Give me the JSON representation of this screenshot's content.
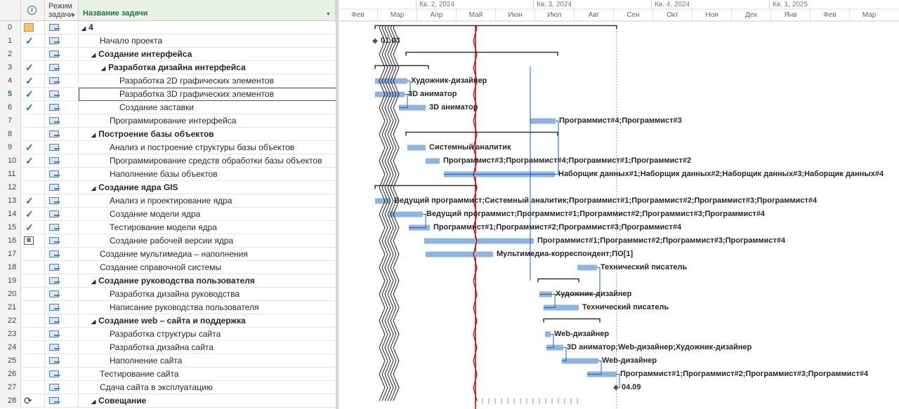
{
  "table": {
    "headers": {
      "mode_line1": "Режим",
      "mode_line2": "задачи",
      "name": "Название задачи"
    },
    "rows": [
      {
        "id": "0",
        "name": "4",
        "level": 0,
        "summary": true,
        "ind": "note",
        "done": false
      },
      {
        "id": "1",
        "name": "Начало проекта",
        "level": 1,
        "summary": false,
        "ind": "check"
      },
      {
        "id": "2",
        "name": "Создание интерфейса",
        "level": 1,
        "summary": true,
        "ind": ""
      },
      {
        "id": "3",
        "name": "Разработка дизайна интерфейса",
        "level": 2,
        "summary": true,
        "ind": "check"
      },
      {
        "id": "4",
        "name": "Разработка 2D графических элементов",
        "level": 3,
        "summary": false,
        "ind": "check"
      },
      {
        "id": "5",
        "name": "Разработка 3D графических элементов",
        "level": 3,
        "summary": false,
        "ind": "check"
      },
      {
        "id": "6",
        "name": "Создание заставки",
        "level": 3,
        "summary": false,
        "ind": "check"
      },
      {
        "id": "7",
        "name": "Программирование интерфейса",
        "level": 2,
        "summary": false,
        "ind": ""
      },
      {
        "id": "8",
        "name": "Построение базы объектов",
        "level": 1,
        "summary": true,
        "ind": ""
      },
      {
        "id": "9",
        "name": "Анализ и построение структуры базы объектов",
        "level": 2,
        "summary": false,
        "ind": "check"
      },
      {
        "id": "10",
        "name": "Программирование средств обработки базы объектов",
        "level": 2,
        "summary": false,
        "ind": "check"
      },
      {
        "id": "11",
        "name": "Наполнение базы объектов",
        "level": 2,
        "summary": false,
        "ind": ""
      },
      {
        "id": "12",
        "name": "Создание ядра GIS",
        "level": 1,
        "summary": true,
        "ind": ""
      },
      {
        "id": "13",
        "name": "Анализ и проектирование ядра",
        "level": 2,
        "summary": false,
        "ind": "check"
      },
      {
        "id": "14",
        "name": "Создание модели ядра",
        "level": 2,
        "summary": false,
        "ind": "check"
      },
      {
        "id": "15",
        "name": "Тестирование модели ядра",
        "level": 2,
        "summary": false,
        "ind": "check"
      },
      {
        "id": "16",
        "name": "Создание рабочей версии ядра",
        "level": 2,
        "summary": false,
        "ind": "cal"
      },
      {
        "id": "17",
        "name": "Создание мультимедиа – наполнения",
        "level": 1,
        "summary": false,
        "ind": ""
      },
      {
        "id": "18",
        "name": "Создание справочной системы",
        "level": 1,
        "summary": false,
        "ind": ""
      },
      {
        "id": "19",
        "name": "Создание руководства пользователя",
        "level": 1,
        "summary": true,
        "ind": ""
      },
      {
        "id": "20",
        "name": "Разработка дизайна руководства",
        "level": 2,
        "summary": false,
        "ind": ""
      },
      {
        "id": "21",
        "name": "Написание руководства пользователя",
        "level": 2,
        "summary": false,
        "ind": ""
      },
      {
        "id": "22",
        "name": "Создание web – сайта и поддержка",
        "level": 1,
        "summary": true,
        "ind": ""
      },
      {
        "id": "23",
        "name": "Разработка структуры сайта",
        "level": 2,
        "summary": false,
        "ind": ""
      },
      {
        "id": "24",
        "name": "Разработка дизайна сайта",
        "level": 2,
        "summary": false,
        "ind": ""
      },
      {
        "id": "25",
        "name": "Наполнение сайта",
        "level": 2,
        "summary": false,
        "ind": ""
      },
      {
        "id": "26",
        "name": "Тестирование сайта",
        "level": 1,
        "summary": false,
        "ind": ""
      },
      {
        "id": "27",
        "name": "Сдача сайта в эксплуатацию",
        "level": 1,
        "summary": false,
        "ind": ""
      },
      {
        "id": "28",
        "name": "Совещание",
        "level": 1,
        "summary": true,
        "ind": "recur"
      }
    ]
  },
  "timeline": {
    "quarters": [
      "Кв. 2, 2024",
      "Кв. 3, 2024",
      "Кв. 4, 2024",
      "Кв. 1, 2025"
    ],
    "months": [
      "Фев",
      "Мар",
      "Апр",
      "Май",
      "Июн",
      "Июл",
      "Авг",
      "Сен",
      "Окт",
      "Ноя",
      "Дек",
      "Янв",
      "Фев",
      "Мар"
    ]
  },
  "gantt": {
    "milestones": [
      {
        "row": 1,
        "label": "01.03"
      },
      {
        "row": 27,
        "label": "04.09"
      }
    ],
    "bars": [
      {
        "row": 4,
        "label": "Художник-дизайнер"
      },
      {
        "row": 5,
        "label": "3D аниматор"
      },
      {
        "row": 6,
        "label": "3D аниматор"
      },
      {
        "row": 7,
        "label": "Программист#4;Программист#3"
      },
      {
        "row": 9,
        "label": "Системный аналитик"
      },
      {
        "row": 10,
        "label": "Программист#3;Программист#4;Программист#1;Программист#2"
      },
      {
        "row": 11,
        "label": "Наборщик данных#1;Наборщик данных#2;Наборщик данных#3;Наборщик данных#4"
      },
      {
        "row": 13,
        "label": "Ведущий программист;Системный аналитик;Программист#1;Программист#2;Программист#3;Программист#4"
      },
      {
        "row": 14,
        "label": "Ведущий программист;Программист#1;Программист#2;Программист#3;Программист#4"
      },
      {
        "row": 15,
        "label": "Программист#1;Программист#2;Программист#3;Программист#4"
      },
      {
        "row": 16,
        "label": "Программист#1;Программист#2;Программист#3;Программист#4"
      },
      {
        "row": 17,
        "label": "Мультимедиа-корреспондент;ПО[1]"
      },
      {
        "row": 18,
        "label": "Технический писатель"
      },
      {
        "row": 20,
        "label": "Художник-дизайнер"
      },
      {
        "row": 21,
        "label": "Технический писатель"
      },
      {
        "row": 23,
        "label": "Web-дизайнер"
      },
      {
        "row": 24,
        "label": "3D аниматор;Web-дизайнер;Художник-дизайнер"
      },
      {
        "row": 25,
        "label": "Web-дизайнер"
      },
      {
        "row": 26,
        "label": "Программист#1;Программист#2;Программист#3;Программист#4"
      }
    ]
  },
  "colors": {
    "bar": "#8db4e2",
    "summary": "#404040",
    "critical_line": "#c00000",
    "link": "#1f5fbf",
    "check": "#2b6cb3",
    "selection": "#217346"
  }
}
